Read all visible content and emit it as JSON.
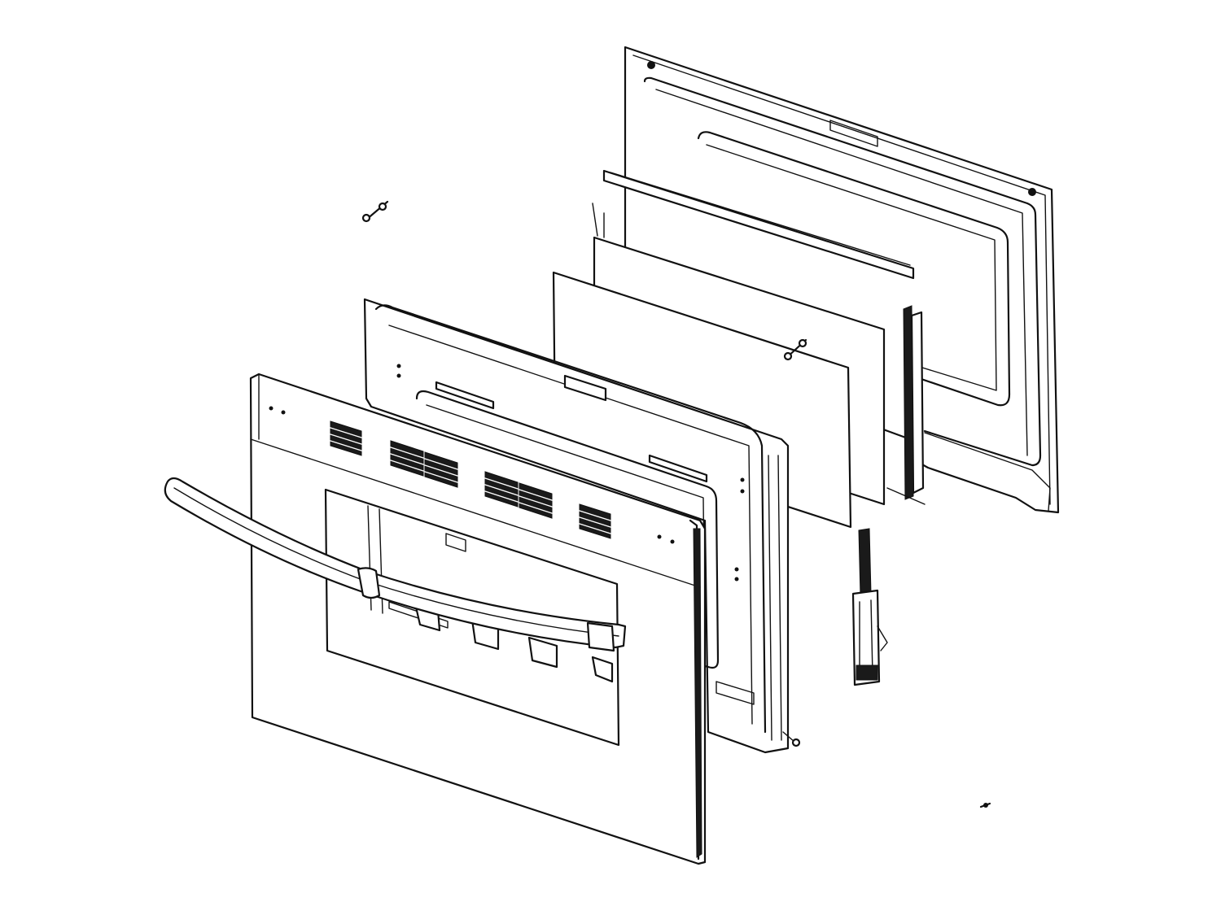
{
  "diagram": {
    "kind": "exploded-view line drawing",
    "colors": {
      "line": "#111111",
      "background": "#ffffff"
    },
    "parts": [
      "inner-door-liner-panel",
      "door-glass-rear",
      "door-glass-middle",
      "glass-retainer-bracket",
      "middle-door-frame",
      "outer-door-panel",
      "door-handle",
      "door-hinge",
      "small-screw-top",
      "small-screw-middle",
      "small-screw-bottom"
    ]
  }
}
